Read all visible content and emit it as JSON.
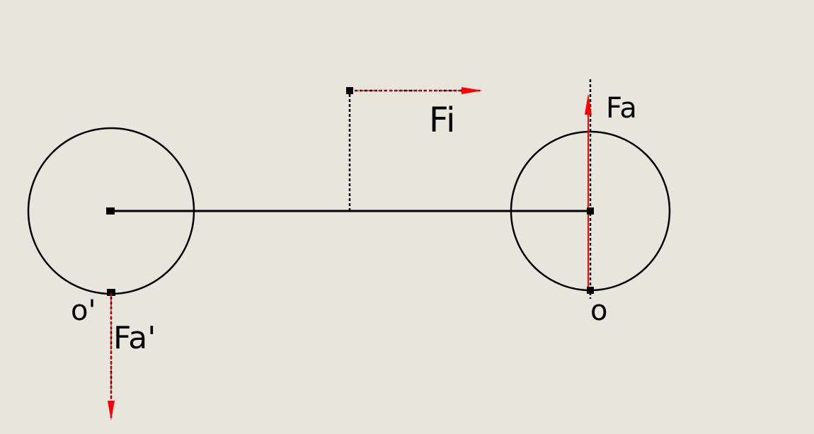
{
  "colors": {
    "background": "#e8e6dc",
    "line": "#000000",
    "force": "#ff0000"
  },
  "labels": {
    "force_inertia": "Fi",
    "force_a": "Fa",
    "force_a_prime": "Fa'",
    "point_o": "o",
    "point_o_prime": "o'"
  }
}
